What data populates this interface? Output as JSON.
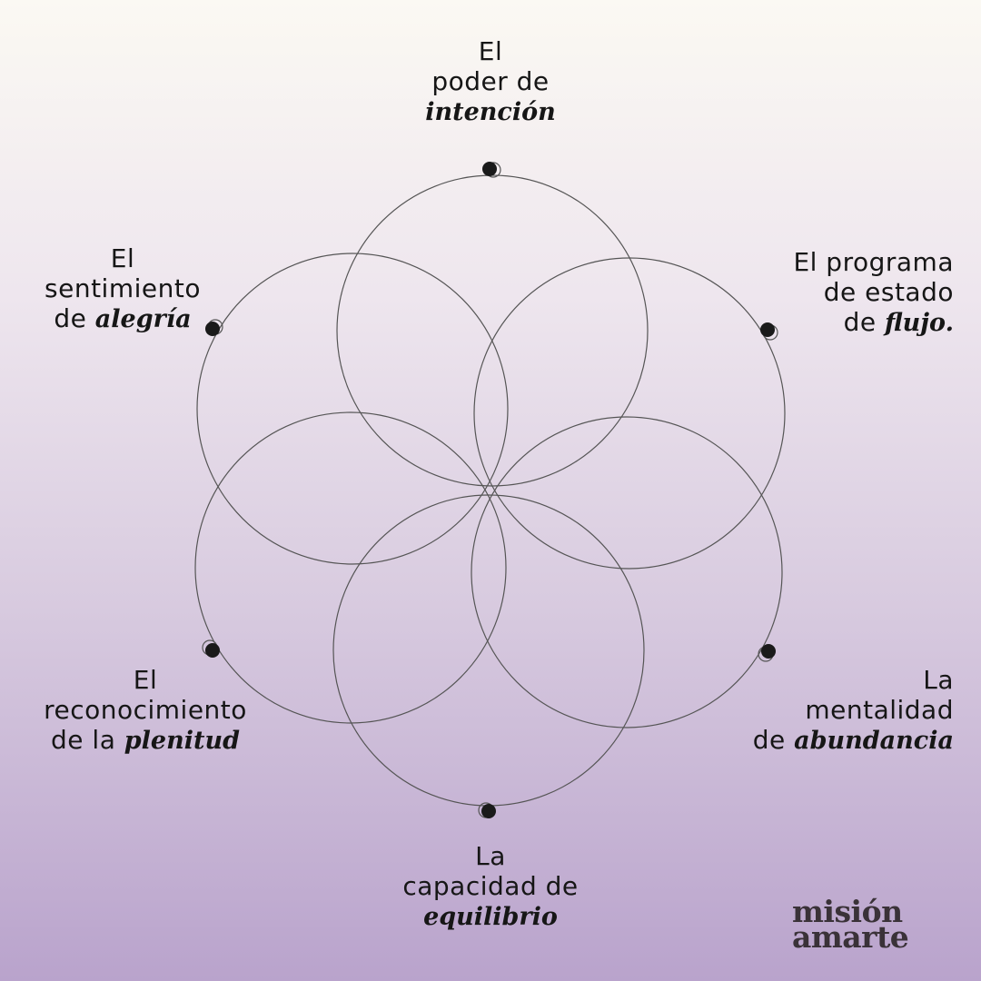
{
  "labels": {
    "top": {
      "line1": "El",
      "line2": "poder de",
      "emphasis": "intención"
    },
    "top_right": {
      "line1": "El programa",
      "line2": "de estado",
      "prefix": "de ",
      "emphasis": "flujo."
    },
    "bottom_right": {
      "line1": "La",
      "line2": "mentalidad",
      "prefix": "de ",
      "emphasis": "abundancia"
    },
    "bottom": {
      "line1": "La",
      "line2": "capacidad de",
      "emphasis": "equilibrio"
    },
    "bottom_left": {
      "line1": "El",
      "line2": "reconocimiento",
      "prefix": "de la ",
      "emphasis": "plenitud"
    },
    "top_left": {
      "line1": "El",
      "line2": "sentimiento",
      "prefix": "de ",
      "emphasis": "alegría"
    }
  },
  "logo": {
    "line1": "misión",
    "line2": "amarte"
  },
  "colors": {
    "background_top": "#fbf9f3",
    "background_bottom": "#b9a3cc",
    "stroke": "#555555",
    "dot": "#1a1a1a"
  }
}
